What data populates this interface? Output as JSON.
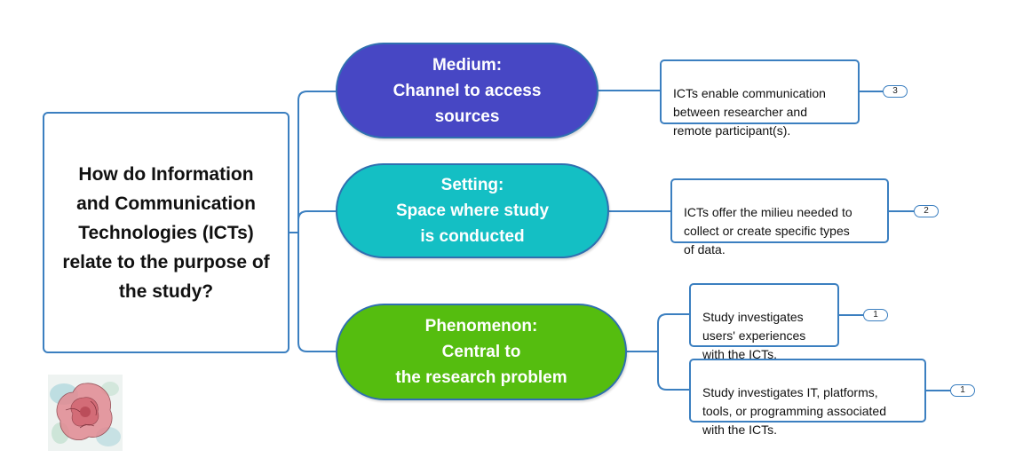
{
  "root": {
    "question": "How do Information and Communication Technologies (ICTs) relate to the purpose of the study?"
  },
  "branches": [
    {
      "label": "Medium:\nChannel to access\nsources",
      "color": "#4747c4",
      "leaves": [
        {
          "text": "ICTs enable communication\nbetween researcher and\nremote participant(s).",
          "count": "3"
        }
      ]
    },
    {
      "label": "Setting:\nSpace where study\nis conducted",
      "color": "#14bfc4",
      "leaves": [
        {
          "text": "ICTs offer the milieu needed to\ncollect or create specific types\nof data.",
          "count": "2"
        }
      ]
    },
    {
      "label": "Phenomenon:\nCentral to\nthe research problem",
      "color": "#55bd0f",
      "leaves": [
        {
          "text": "Study investigates\nusers'  experiences\nwith the ICTs.",
          "count": "1"
        },
        {
          "text": "Study investigates IT, platforms,\ntools, or programming associated\nwith the ICTs.",
          "count": "1"
        }
      ]
    }
  ],
  "colors": {
    "connector": "#3b7fc0",
    "border": "#3b7fc0"
  },
  "decoration": {
    "icon": "flower-watercolor-icon"
  }
}
